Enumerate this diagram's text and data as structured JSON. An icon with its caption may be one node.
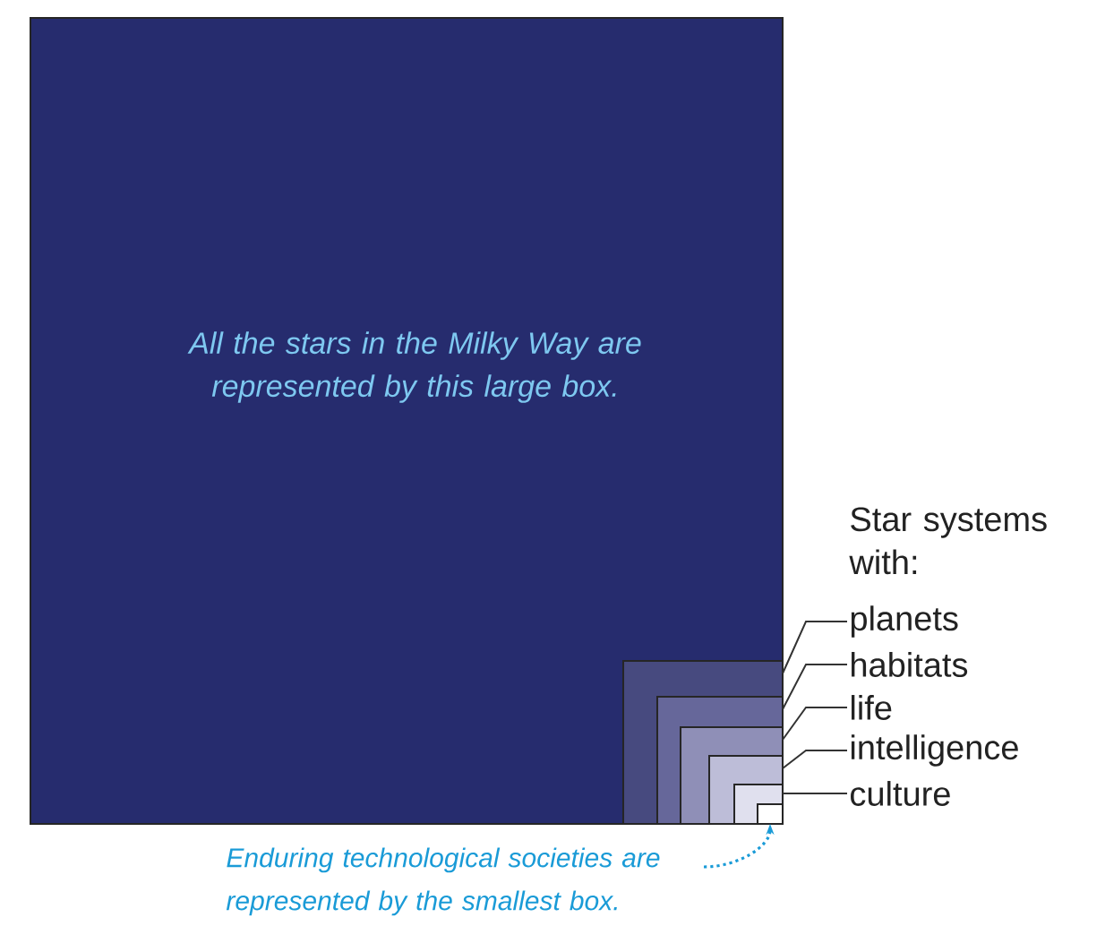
{
  "diagram": {
    "nodes": [
      {
        "text": [
          "All the stars in the Milky Way are represented by this large box."
        ]
      },
      {
        "text": [],
        "shape": "box",
        "in": 0
      },
      {
        "text": [],
        "shape": "box",
        "in": 1
      },
      {
        "text": [],
        "shape": "box",
        "in": 2
      },
      {
        "text": [],
        "shape": "box",
        "in": 3
      },
      {
        "text": [],
        "shape": "box",
        "in": 4
      },
      {
        "text": [],
        "shape": "box",
        "in": 5
      },
      {
        "text": [
          "planets"
        ]
      },
      {
        "text": [
          "habitats"
        ]
      },
      {
        "text": [
          "life"
        ]
      },
      {
        "text": [
          "intelligence"
        ]
      },
      {
        "text": [
          "culture"
        ]
      },
      {
        "text": [
          "Enduring technological societies are represented by the smallest box."
        ]
      }
    ],
    "edges": [
      {
        "from": 7,
        "to": 1,
        "arrow": "none"
      },
      {
        "from": 8,
        "to": 2,
        "arrow": "none"
      },
      {
        "from": 9,
        "to": 3,
        "arrow": "none"
      },
      {
        "from": 10,
        "to": 4,
        "arrow": "none"
      },
      {
        "from": 11,
        "to": 5,
        "arrow": "none"
      },
      {
        "from": 12,
        "to": 6,
        "arrow": "to",
        "style": "dashed",
        "color": "#1a9bd7"
      }
    ],
    "labels": [
      "Star systems with:"
    ]
  }
}
